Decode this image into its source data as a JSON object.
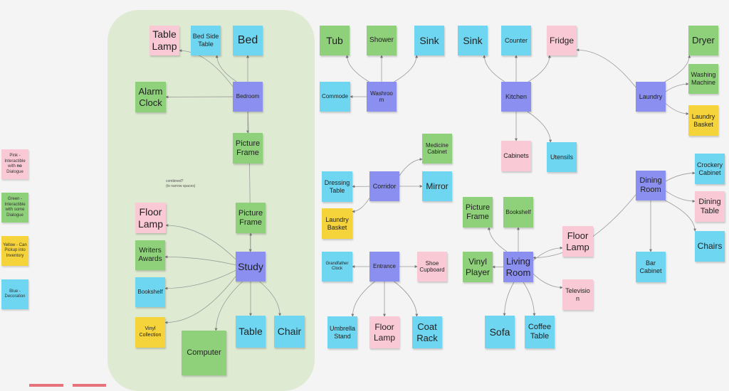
{
  "colors": {
    "pink": "#f9c9d6",
    "green": "#8fd17b",
    "yellow": "#f5d33b",
    "blue": "#6fd6f1",
    "purple": "#8a8ff0",
    "area": "#dfead2"
  },
  "legend": [
    {
      "id": "lg-pink",
      "color": "pink",
      "text_before": "Pink - Interactible with ",
      "emph": "no",
      "text_after": " Dialogue"
    },
    {
      "id": "lg-green",
      "color": "green",
      "text_before": "Green - Interactible with some Dialogue",
      "emph": "",
      "text_after": ""
    },
    {
      "id": "lg-yellow",
      "color": "yellow",
      "text_before": "Yellow - Can Pickup into Inventory",
      "emph": "",
      "text_after": ""
    },
    {
      "id": "lg-blue",
      "color": "blue",
      "text_before": "Blue - Decoration",
      "emph": "",
      "text_after": ""
    }
  ],
  "comment": "combined?\n(to narrow spaces)",
  "notes": [
    {
      "id": "bed-table-lamp",
      "text": "Table\nLamp",
      "color": "pink"
    },
    {
      "id": "bed-side-table",
      "text": "Bed Side\nTable",
      "color": "blue"
    },
    {
      "id": "bed",
      "text": "Bed",
      "color": "blue"
    },
    {
      "id": "alarm-clock",
      "text": "Alarm\nClock",
      "color": "green"
    },
    {
      "id": "bedroom",
      "text": "Bedroom",
      "color": "purple"
    },
    {
      "id": "bed-picture-frame",
      "text": "Picture\nFrame",
      "color": "green"
    },
    {
      "id": "study-floor-lamp",
      "text": "Floor\nLamp",
      "color": "pink"
    },
    {
      "id": "study-picture-frame",
      "text": "Picture\nFrame",
      "color": "green"
    },
    {
      "id": "writers-awards",
      "text": "Writers\nAwards",
      "color": "green"
    },
    {
      "id": "study",
      "text": "Study",
      "color": "purple"
    },
    {
      "id": "study-bookshelf",
      "text": "Bookshelf",
      "color": "blue"
    },
    {
      "id": "vinyl-collection",
      "text": "Vinyl\nCollection",
      "color": "yellow"
    },
    {
      "id": "computer",
      "text": "Computer",
      "color": "green"
    },
    {
      "id": "study-table",
      "text": "Table",
      "color": "blue"
    },
    {
      "id": "study-chair",
      "text": "Chair",
      "color": "blue"
    },
    {
      "id": "tub",
      "text": "Tub",
      "color": "green"
    },
    {
      "id": "shower",
      "text": "Shower",
      "color": "green"
    },
    {
      "id": "wash-sink",
      "text": "Sink",
      "color": "blue"
    },
    {
      "id": "commode",
      "text": "Commode",
      "color": "blue"
    },
    {
      "id": "washroom",
      "text": "Washroom",
      "color": "purple"
    },
    {
      "id": "kitchen-sink",
      "text": "Sink",
      "color": "blue"
    },
    {
      "id": "counter",
      "text": "Counter",
      "color": "blue"
    },
    {
      "id": "fridge",
      "text": "Fridge",
      "color": "pink"
    },
    {
      "id": "kitchen",
      "text": "Kitchen",
      "color": "purple"
    },
    {
      "id": "cabinets",
      "text": "Cabinets",
      "color": "pink"
    },
    {
      "id": "utensils",
      "text": "Utensils",
      "color": "blue"
    },
    {
      "id": "dryer",
      "text": "Dryer",
      "color": "green"
    },
    {
      "id": "washing-machine",
      "text": "Washing\nMachine",
      "color": "green"
    },
    {
      "id": "laundry",
      "text": "Laundry",
      "color": "purple"
    },
    {
      "id": "laundry-laundry-basket",
      "text": "Laundry\nBasket",
      "color": "yellow"
    },
    {
      "id": "medicine-cabinet",
      "text": "Medicine\nCabinet",
      "color": "green"
    },
    {
      "id": "dressing-table",
      "text": "Dressing\nTable",
      "color": "blue"
    },
    {
      "id": "corridor",
      "text": "Corridor",
      "color": "purple"
    },
    {
      "id": "mirror",
      "text": "Mirror",
      "color": "blue"
    },
    {
      "id": "corridor-laundry-basket",
      "text": "Laundry\nBasket",
      "color": "yellow"
    },
    {
      "id": "grandfather-clock",
      "text": "Grandfather\nClock",
      "color": "blue"
    },
    {
      "id": "entrance",
      "text": "Entrance",
      "color": "purple"
    },
    {
      "id": "shoe-cupboard",
      "text": "Shoe\nCupboard",
      "color": "pink"
    },
    {
      "id": "umbrella-stand",
      "text": "Umbrella\nStand",
      "color": "blue"
    },
    {
      "id": "entrance-floor-lamp",
      "text": "Floor\nLamp",
      "color": "pink"
    },
    {
      "id": "coat-rack",
      "text": "Coat\nRack",
      "color": "blue"
    },
    {
      "id": "living-picture-frame",
      "text": "Picture\nFrame",
      "color": "green"
    },
    {
      "id": "living-bookshelf",
      "text": "Bookshelf",
      "color": "green"
    },
    {
      "id": "vinyl-player",
      "text": "Vinyl\nPlayer",
      "color": "green"
    },
    {
      "id": "living-room",
      "text": "Living\nRoom",
      "color": "purple"
    },
    {
      "id": "living-floor-lamp",
      "text": "Floor\nLamp",
      "color": "pink"
    },
    {
      "id": "television",
      "text": "Television",
      "color": "pink"
    },
    {
      "id": "sofa",
      "text": "Sofa",
      "color": "blue"
    },
    {
      "id": "coffee-table",
      "text": "Coffee\nTable",
      "color": "blue"
    },
    {
      "id": "crockery-cabinet",
      "text": "Crockery\nCabinet",
      "color": "blue"
    },
    {
      "id": "dining-room",
      "text": "Dining\nRoom",
      "color": "purple"
    },
    {
      "id": "dining-table",
      "text": "Dining\nTable",
      "color": "pink"
    },
    {
      "id": "chairs",
      "text": "Chairs",
      "color": "blue"
    },
    {
      "id": "bar-cabinet",
      "text": "Bar\nCabinet",
      "color": "blue"
    }
  ],
  "edges": [
    [
      "bedroom",
      "bed-table-lamp"
    ],
    [
      "bedroom",
      "bed-side-table"
    ],
    [
      "bedroom",
      "bed"
    ],
    [
      "bedroom",
      "alarm-clock"
    ],
    [
      "bedroom",
      "bed-picture-frame"
    ],
    [
      "study",
      "study-floor-lamp"
    ],
    [
      "study",
      "study-picture-frame"
    ],
    [
      "study",
      "writers-awards"
    ],
    [
      "study",
      "study-bookshelf"
    ],
    [
      "study",
      "vinyl-collection"
    ],
    [
      "study",
      "computer"
    ],
    [
      "study",
      "study-table"
    ],
    [
      "study",
      "study-chair"
    ],
    [
      "washroom",
      "tub"
    ],
    [
      "washroom",
      "shower"
    ],
    [
      "washroom",
      "wash-sink"
    ],
    [
      "washroom",
      "commode"
    ],
    [
      "kitchen",
      "kitchen-sink"
    ],
    [
      "kitchen",
      "counter"
    ],
    [
      "kitchen",
      "fridge"
    ],
    [
      "kitchen",
      "cabinets"
    ],
    [
      "kitchen",
      "utensils"
    ],
    [
      "laundry",
      "dryer"
    ],
    [
      "laundry",
      "washing-machine"
    ],
    [
      "laundry",
      "laundry-laundry-basket"
    ],
    [
      "laundry",
      "fridge"
    ],
    [
      "corridor",
      "medicine-cabinet"
    ],
    [
      "corridor",
      "dressing-table"
    ],
    [
      "corridor",
      "mirror"
    ],
    [
      "corridor",
      "corridor-laundry-basket"
    ],
    [
      "entrance",
      "grandfather-clock"
    ],
    [
      "entrance",
      "shoe-cupboard"
    ],
    [
      "entrance",
      "umbrella-stand"
    ],
    [
      "entrance",
      "entrance-floor-lamp"
    ],
    [
      "entrance",
      "coat-rack"
    ],
    [
      "living-room",
      "living-picture-frame"
    ],
    [
      "living-room",
      "living-bookshelf"
    ],
    [
      "living-room",
      "vinyl-player"
    ],
    [
      "living-room",
      "living-floor-lamp"
    ],
    [
      "living-room",
      "television"
    ],
    [
      "living-room",
      "sofa"
    ],
    [
      "living-room",
      "coffee-table"
    ],
    [
      "dining-room",
      "crockery-cabinet"
    ],
    [
      "dining-room",
      "dining-table"
    ],
    [
      "dining-room",
      "chairs"
    ],
    [
      "dining-room",
      "bar-cabinet"
    ],
    [
      "dining-room",
      "living-room"
    ],
    [
      "bedroom",
      "study"
    ]
  ]
}
